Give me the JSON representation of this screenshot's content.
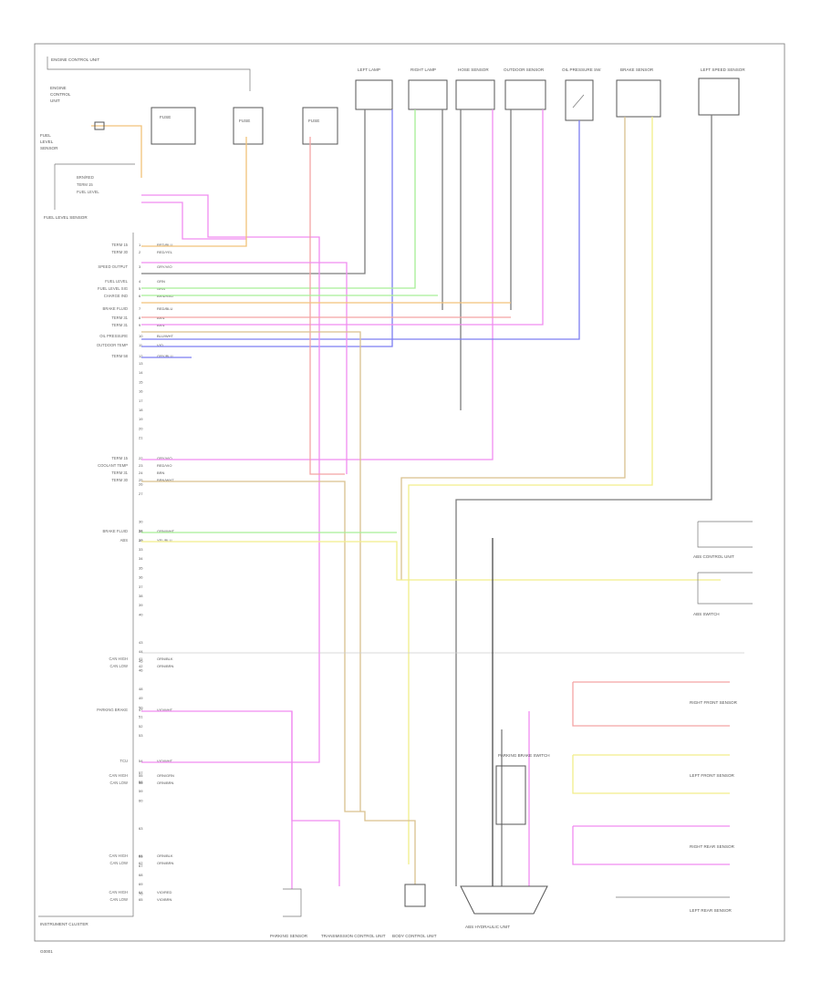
{
  "colors": {
    "red": "#f4a4a4",
    "orange": "#f2c27a",
    "yellow": "#f2ee8a",
    "green": "#a6ef96",
    "blue": "#7c7ef2",
    "violet": "#f08cf0",
    "tan": "#d9c18e",
    "gray": "#7c7c7c",
    "dark": "#4a4a4a"
  },
  "icons": [
    "ground-symbol-icon",
    "connector-icon",
    "switch-icon",
    "motor-icon"
  ],
  "components": {
    "top": [
      {
        "name": "left-lamp-unit",
        "label": "LEFT LAMP"
      },
      {
        "name": "right-lamp-unit",
        "label": "RIGHT LAMP"
      },
      {
        "name": "hose-sensor-unit",
        "label": "HOSE SENSOR"
      },
      {
        "name": "outdoor-sensor-unit",
        "label": "OUTDOOR SENSOR"
      },
      {
        "name": "oil-pressure-switch",
        "label": "OIL PRESSURE SW"
      },
      {
        "name": "brake-sensor-unit",
        "label": "BRAKE SENSOR"
      },
      {
        "name": "left-wheel-speed-sensor",
        "label": "LEFT SPEED SENSOR"
      }
    ],
    "upper_left": [
      {
        "name": "engine-control-unit",
        "label": "ENGINE CONTROL UNIT"
      },
      {
        "name": "fuel-level-sensor",
        "label": "FUEL LEVEL SENSOR"
      }
    ],
    "fuse_boxes": [
      "FUSE",
      "FUSE",
      "FUSE"
    ],
    "cluster_label": "INSTRUMENT CLUSTER",
    "right_side": [
      {
        "name": "abs-control-unit",
        "label": "ABS CONTROL UNIT"
      },
      {
        "name": "abs-switch",
        "label": "ABS SWITCH"
      },
      {
        "name": "front-right-wheel-sensor",
        "label": "RIGHT FRONT SENSOR"
      },
      {
        "name": "front-left-wheel-sensor",
        "label": "LEFT FRONT SENSOR"
      },
      {
        "name": "rear-right-wheel-sensor",
        "label": "RIGHT REAR SENSOR"
      },
      {
        "name": "rear-left-wheel-sensor",
        "label": "LEFT REAR SENSOR"
      }
    ],
    "bottom": [
      {
        "name": "parking-sensor",
        "label": "PARKING SENSOR"
      },
      {
        "name": "transmission-control-unit",
        "label": "TRANSMISSION CONTROL UNIT"
      },
      {
        "name": "body-control-unit",
        "label": "BODY CONTROL UNIT"
      },
      {
        "name": "parking-brake-switch",
        "label": "PARKING BRAKE SWITCH"
      },
      {
        "name": "abs-hydraulic-unit",
        "label": "ABS HYDRAULIC UNIT"
      }
    ]
  },
  "cluster_pins": [
    {
      "pin": "1",
      "label": "TERM 15",
      "wire": "RED/BLU"
    },
    {
      "pin": "2",
      "label": "TERM 30",
      "wire": "RED/YEL"
    },
    {
      "pin": "3",
      "label": "SPEED OUTPUT",
      "wire": "GRY/VIO"
    },
    {
      "pin": "4",
      "label": "FUEL LEVEL",
      "wire": "GRN"
    },
    {
      "pin": "5",
      "label": "FUEL LEVEL SIG",
      "wire": "GRN"
    },
    {
      "pin": "6",
      "label": "CHARGE IND",
      "wire": "BRN/RED"
    },
    {
      "pin": "7",
      "label": "BRAKE FLUID",
      "wire": "RED/BLU"
    },
    {
      "pin": "8",
      "label": "TERM 31",
      "wire": "BRN"
    },
    {
      "pin": "9",
      "label": "TERM 31",
      "wire": "BRN"
    },
    {
      "pin": "10",
      "label": "OIL PRESSURE",
      "wire": "BLU/WHT"
    },
    {
      "pin": "11",
      "label": "OUTDOOR TEMP",
      "wire": "VIO"
    },
    {
      "pin": "12",
      "label": "TERM 58",
      "wire": "GRY/BLU"
    },
    {
      "pin": "22",
      "label": "TERM 15",
      "wire": "GRY/VIO"
    },
    {
      "pin": "23",
      "label": "COOLANT TEMP",
      "wire": "RED/VIO"
    },
    {
      "pin": "24",
      "label": "TERM 31",
      "wire": "BRN"
    },
    {
      "pin": "25",
      "label": "TERM 30",
      "wire": "BRN/WHT"
    },
    {
      "pin": "28",
      "label": "BRAKE FLUID",
      "wire": "GRN/WHT"
    },
    {
      "pin": "29",
      "label": "ABS",
      "wire": "YEL/BLU"
    },
    {
      "pin": "41",
      "label": "CAN HIGH",
      "wire": "ORN/BLK"
    },
    {
      "pin": "42",
      "label": "CAN LOW",
      "wire": "ORN/BRN"
    },
    {
      "pin": "47",
      "label": "PARKING BRAKE",
      "wire": "VIO/WHT"
    },
    {
      "pin": "54",
      "label": "TCU",
      "wire": "VIO/WHT"
    },
    {
      "pin": "55",
      "label": "CAN HIGH",
      "wire": "ORN/GRN"
    },
    {
      "pin": "56",
      "label": "CAN LOW",
      "wire": "ORN/BRN"
    },
    {
      "pin": "61",
      "label": "CAN HIGH",
      "wire": "ORN/BLK"
    },
    {
      "pin": "62",
      "label": "CAN LOW",
      "wire": "ORN/BRN"
    },
    {
      "pin": "64",
      "label": "CAN HIGH",
      "wire": "VIO/RED"
    },
    {
      "pin": "65",
      "label": "CAN LOW",
      "wire": "VIO/BRN"
    }
  ],
  "footer_code": "G0001"
}
